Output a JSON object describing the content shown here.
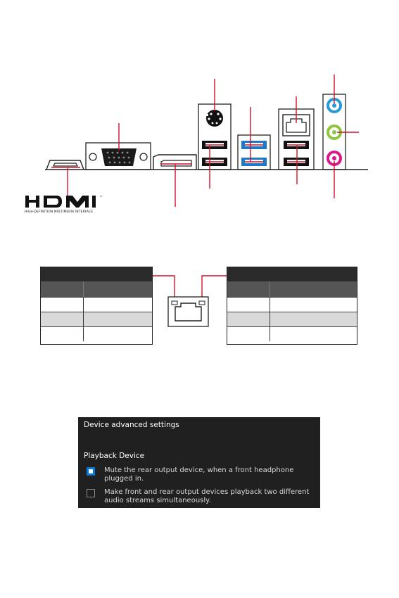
{
  "hdmi_logo": {
    "wordmark": "HDMI",
    "trademark": "™",
    "tagline": "HIGH-DEFINITION MULTIMEDIA INTERFACE"
  },
  "colors": {
    "callout": "#d0112b",
    "usb3_blue": "#1e78c8",
    "audio_line_in": "#2a9ad6",
    "audio_line_out": "#8cc63f",
    "audio_mic_in": "#d6198c",
    "panel_bg": "#202020",
    "checkbox_accent": "#0078d4"
  },
  "settings": {
    "title": "Device advanced settings",
    "section": "Playback Device",
    "options": [
      {
        "checked": true,
        "line1": "Mute the rear output device, when a front headphone",
        "line2": "plugged in."
      },
      {
        "checked": false,
        "line1": "Make front and rear output devices playback two different",
        "line2": "audio streams simultaneously."
      }
    ]
  }
}
